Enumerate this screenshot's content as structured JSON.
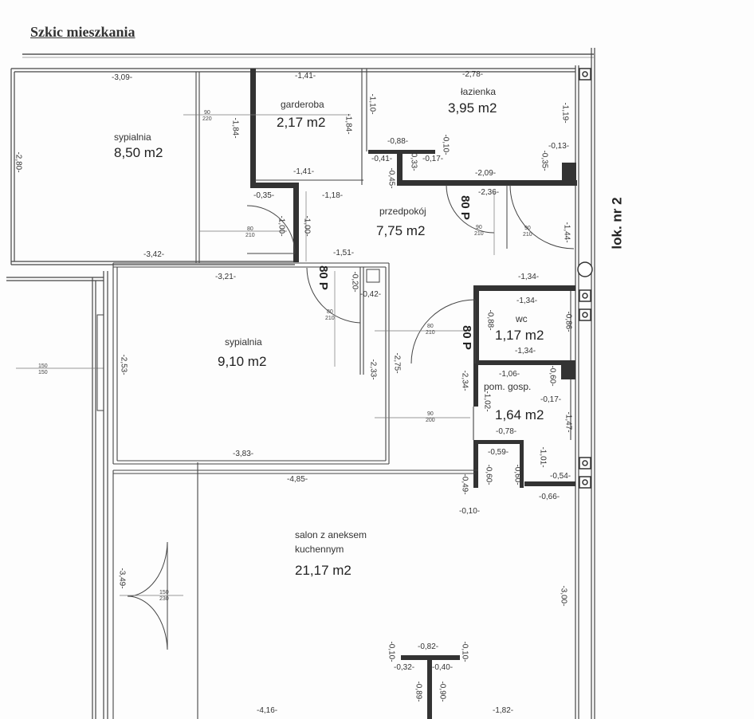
{
  "title": "Szkic mieszkania",
  "unit_label": "lok. nr 2",
  "rooms": {
    "sypialnia1": {
      "name": "sypialnia",
      "area": "8,50 m2"
    },
    "garderoba": {
      "name": "garderoba",
      "area": "2,17 m2"
    },
    "lazienka": {
      "name": "łazienka",
      "area": "3,95 m2"
    },
    "przedpokoj": {
      "name": "przedpokój",
      "area": "7,75 m2"
    },
    "sypialnia2": {
      "name": "sypialnia",
      "area": "9,10 m2"
    },
    "wc": {
      "name": "wc",
      "area": "1,17 m2"
    },
    "pom_gosp": {
      "name": "pom. gosp.",
      "area": "1,64 m2"
    },
    "salon": {
      "name_line1": "salon z aneksem",
      "name_line2": "kuchennym",
      "area": "21,17 m2"
    }
  },
  "door_labels": {
    "d1": "80 P",
    "d2": "80 P",
    "d3": "80 P"
  },
  "door_sizes": {
    "g1_top": "90",
    "g1_bot": "220",
    "g2_top": "80",
    "g2_bot": "210",
    "g3_top": "90",
    "g3_bot": "210",
    "g4_top": "80",
    "g4_bot": "210",
    "g5_top": "80",
    "g5_bot": "210",
    "g6_top": "90",
    "g6_bot": "210",
    "g7_top": "90",
    "g7_bot": "200",
    "g8_top": "150",
    "g8_bot": "150",
    "g9_top": "150",
    "g9_bot": "230"
  },
  "dimensions": {
    "a": "-3,09-",
    "b": "-1,41-",
    "c": "-2,78-",
    "d": "-1,10-",
    "e": "-1,19-",
    "f": "-1,84-",
    "g": "-1,84-",
    "h": "-2,80-",
    "i": "-0,88-",
    "j": "-0,10-",
    "k": "-0,41-",
    "l": "-0,17-",
    "m": "-0,13-",
    "n": "-0,35-",
    "o": "-1,41-",
    "p": "-0,35-",
    "q": "-1,18-",
    "r": "-2,09-",
    "s": "-2,36-",
    "t": "-1,00-",
    "u": "-1,00-",
    "v": "-1,44-",
    "w": "-3,42-",
    "x": "-1,51-",
    "y": "-3,21-",
    "z": "-0,20-",
    "aa": "-0,42-",
    "ab": "-1,34-",
    "ac": "-1,34-",
    "ad": "-0,86-",
    "ae": "-0,88-",
    "af": "-1,34-",
    "ag": "-2,53-",
    "ah": "-2,33-",
    "ai": "-2,75-",
    "aj": "-2,34-",
    "ak": "-1,06-",
    "al": "-0,60-",
    "am": "-0,17-",
    "an": "-1,02-",
    "ao": "-1,47-",
    "ap": "-0,78-",
    "aq": "-3,83-",
    "ar": "-4,85-",
    "as": "-0,59-",
    "at": "-0,60-",
    "au": "-1,01-",
    "av": "-0,54-",
    "aw": "-0,49-",
    "ax": "-0,10-",
    "ay": "-0,66-",
    "az": "-3,49-",
    "ba": "-3,00-",
    "bb": "-0,82-",
    "bc": "-0,32-",
    "bd": "-0,40-",
    "be": "-0,10-",
    "bf": "-0,89-",
    "bg": "-0,90-",
    "bh": "-4,16-",
    "bi": "-1,82-",
    "bj": "-0,33-",
    "bk": "-0,45-",
    "bl": "-0,60-",
    "bm": "-0,10-"
  }
}
